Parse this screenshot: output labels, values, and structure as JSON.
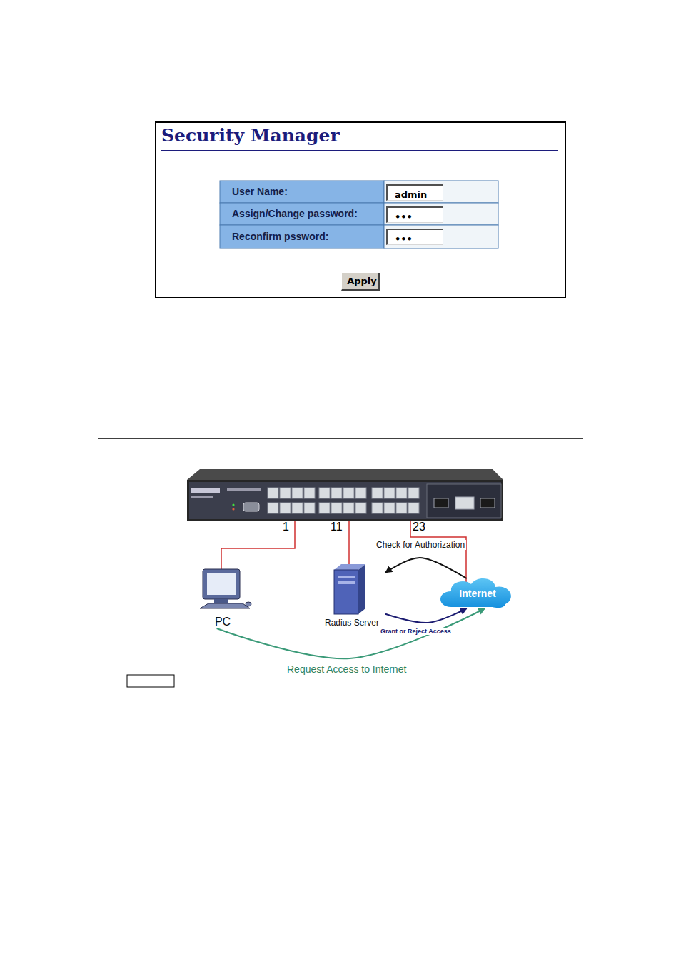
{
  "diagram": {
    "nodes": [
      {
        "text": [
          "Security Manager"
        ]
      },
      {
        "text": [
          "admin"
        ],
        "in": 0
      },
      {
        "text": [
          "•••"
        ],
        "in": 0
      },
      {
        "text": [
          "•••"
        ],
        "in": 0
      },
      {
        "text": [
          "Apply"
        ],
        "in": 0
      },
      {
        "text": [
          "PC"
        ]
      },
      {
        "text": [
          "Radius Server"
        ]
      },
      {
        "text": [
          "Internet"
        ]
      }
    ],
    "edges": [
      {
        "from": 5,
        "to": 7,
        "label": "Request Access to Internet",
        "arrow": "to"
      },
      {
        "from": 7,
        "to": 6,
        "label": "Check for Authorization",
        "arrow": "to"
      },
      {
        "from": 6,
        "to": 7,
        "label": "Grant or Reject Access",
        "arrow": "to"
      }
    ],
    "labels": [
      "User Name:",
      "Assign/Change password:",
      "Reconfirm pssword:",
      "1",
      "11",
      "23"
    ]
  }
}
